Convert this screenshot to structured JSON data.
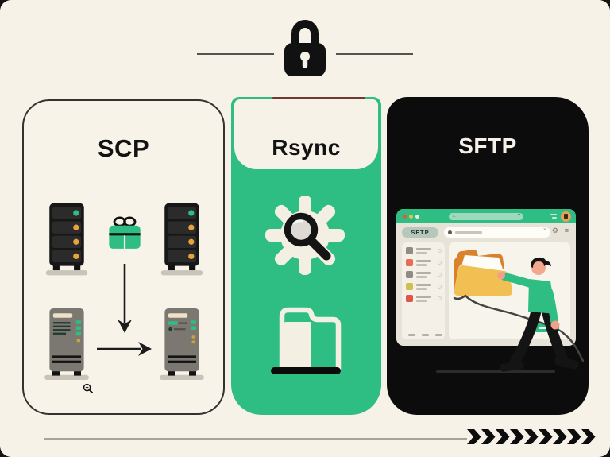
{
  "meta": {
    "description": "Infographic comparing secure file transfer protocols",
    "background": "#f7f2e8"
  },
  "colors": {
    "accent_green": "#2ebd82",
    "panel_black": "#0c0c0c",
    "cream": "#f7f2e8",
    "status_green_dot": "#2ebd82",
    "status_orange_dot": "#e8a33d",
    "folder_back_orange": "#d9822b",
    "folder_front_yellow": "#f2bf53",
    "rsync_topline_red": "#6e3a33"
  },
  "header": {
    "lock_icon": "padlock-icon"
  },
  "panels": {
    "scp": {
      "title": "SCP"
    },
    "rsync": {
      "title": "Rsync"
    },
    "sftp": {
      "title": "SFTP"
    }
  },
  "sftp_window": {
    "app_label": "SFTP",
    "traffic_lights": [
      "#e0584a",
      "#e9c243",
      "#f2eee2"
    ],
    "sidebar_item_count": 5
  },
  "icons": {
    "header": "lock-icon",
    "scp_servers": "server-rack-icon",
    "scp_transfer": "gift-icon",
    "scp_flow_down": "arrow-down-icon",
    "scp_flow_right": "arrow-right-icon",
    "scp_workstations": "desktop-tower-icon",
    "scp_cursor": "zoom-cursor-icon",
    "rsync_top": "gear-magnifier-icon",
    "rsync_bottom": "folder-sync-icon",
    "sftp_scene": "file-manager-window-illustration",
    "footer": "chevron-arrows"
  }
}
